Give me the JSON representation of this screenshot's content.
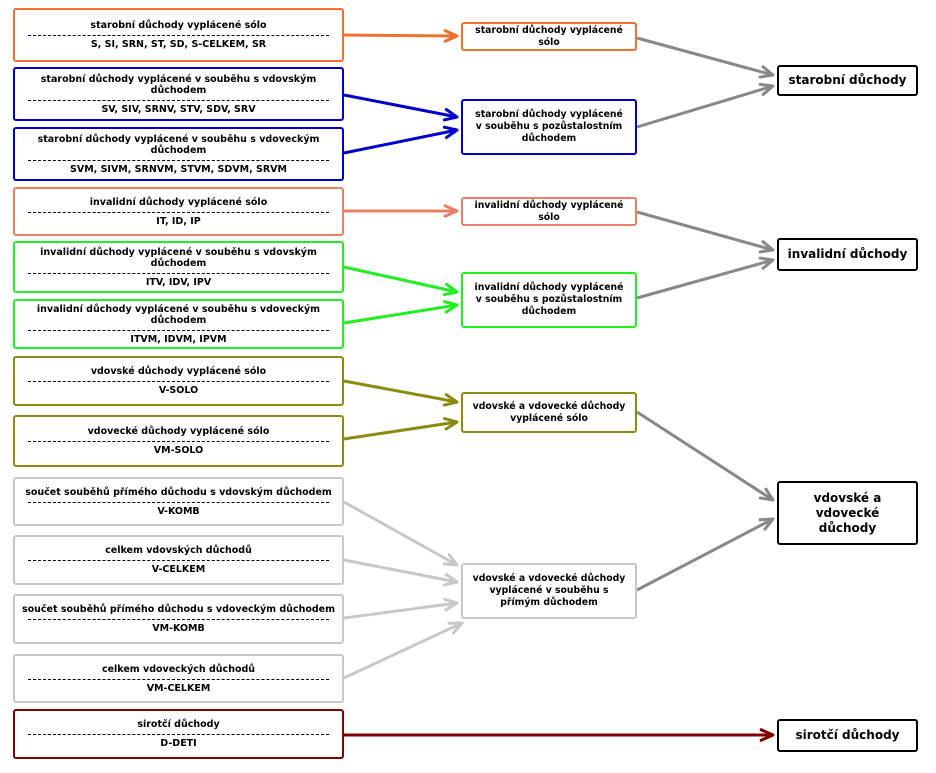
{
  "colors": {
    "orange": "#f07030",
    "blue": "#0000cc",
    "salmon": "#e88068",
    "green": "#22ee22",
    "olive": "#8b8b10",
    "lightgray": "#c8c8c8",
    "gray": "#888888",
    "darkred": "#800000",
    "black": "#000000"
  },
  "sources": [
    {
      "title": "starobní důchody vyplácené sólo",
      "codes": "S, SI, SRN, ST, SD, S-CELKEM, SR"
    },
    {
      "title": "starobní důchody vyplácené v souběhu s vdovským důchodem",
      "codes": "SV, SIV, SRNV, STV, SDV, SRV"
    },
    {
      "title": "starobní důchody vyplácené v souběhu s vdoveckým důchodem",
      "codes": "SVM, SIVM, SRNVM, STVM, SDVM, SRVM"
    },
    {
      "title": "invalidní důchody vyplácené sólo",
      "codes": "IT, ID, IP"
    },
    {
      "title": "invalidní důchody vyplácené v souběhu s vdovským důchodem",
      "codes": "ITV, IDV, IPV"
    },
    {
      "title": "invalidní důchody vyplácené v souběhu s vdoveckým důchodem",
      "codes": "ITVM, IDVM, IPVM"
    },
    {
      "title": "vdovské důchody vyplácené sólo",
      "codes": "V-SOLO"
    },
    {
      "title": "vdovecké důchody vyplácené sólo",
      "codes": "VM-SOLO"
    },
    {
      "title": "součet souběhů přímého důchodu s vdovským důchodem",
      "codes": "V-KOMB"
    },
    {
      "title": "celkem vdovských důchodů",
      "codes": "V-CELKEM"
    },
    {
      "title": "součet souběhů přímého důchodu s vdoveckým důchodem",
      "codes": "VM-KOMB"
    },
    {
      "title": "celkem vdoveckých důchodů",
      "codes": "VM-CELKEM"
    },
    {
      "title": "sirotčí důchody",
      "codes": "D-DETI"
    }
  ],
  "intermediates": [
    {
      "label": "starobní důchody vyplácené sólo"
    },
    {
      "label": "starobní důchody vyplácené v souběhu s pozůstalostním důchodem"
    },
    {
      "label": "invalidní důchody vyplácené sólo"
    },
    {
      "label": "invalidní důchody vyplácené v souběhu s pozůstalostním důchodem"
    },
    {
      "label": "vdovské a vdovecké důchody vyplácené sólo"
    },
    {
      "label": "vdovské a vdovecké důchody vyplácené v souběhu s přímým důchodem"
    }
  ],
  "finals": [
    {
      "label": "starobní důchody"
    },
    {
      "label": "invalidní důchody"
    },
    {
      "label": "vdovské a vdovecké důchody"
    },
    {
      "label": "sirotčí důchody"
    }
  ]
}
